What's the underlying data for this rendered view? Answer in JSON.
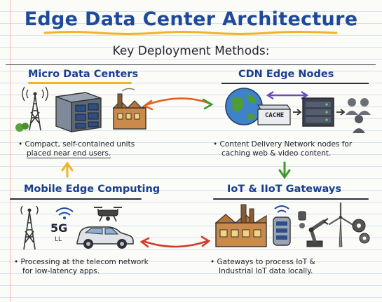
{
  "title": "Edge Data Center Architecture",
  "subtitle": "Key Deployment Methods:",
  "sections": {
    "micro": {
      "title": "Micro Data Centers",
      "desc_line1": "Compact, self-contained units",
      "desc_line2": "placed near end users."
    },
    "cdn": {
      "title": "CDN Edge Nodes",
      "desc_line1": "Content Delivery Network nodes for",
      "desc_line2": "caching web & video content.",
      "cache_label": "CACHE"
    },
    "mobile": {
      "title": "Mobile Edge Computing",
      "desc_line1": "Processing at the telecom network",
      "desc_line2": "for low-latency apps.",
      "badge": "5G",
      "badge_sub": "LL"
    },
    "iot": {
      "title": "IoT & IIoT Gateways",
      "desc_line1": "Gateways to process IoT &",
      "desc_line2": "Industrial IoT data locally."
    }
  },
  "colors": {
    "title": "#1f4a9c",
    "accent_yellow": "#f0b429",
    "arrow_orange": "#e2611f",
    "arrow_green": "#3c9a2b",
    "arrow_red": "#d23b2b",
    "arrow_purple": "#6a4bc4"
  }
}
